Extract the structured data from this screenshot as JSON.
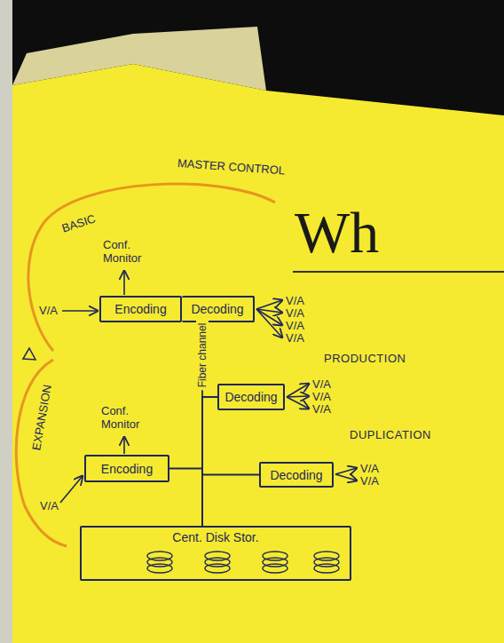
{
  "diagram": {
    "nodes": [
      {
        "text": [
          "Encoding"
        ]
      },
      {
        "text": [
          "Decoding"
        ]
      },
      {
        "text": [
          "PRODUCTION",
          "Decoding"
        ]
      },
      {
        "text": [
          "DUPLICATION",
          "Decoding"
        ]
      },
      {
        "text": [
          "Encoding"
        ]
      },
      {
        "text": [
          "Cent. Disk Stor."
        ]
      }
    ],
    "edges": [
      {
        "from": 1,
        "to": 5,
        "arrow": "none",
        "label": "Fiber channel"
      },
      {
        "from": 2,
        "to": 5,
        "arrow": "none"
      },
      {
        "from": 3,
        "to": 5,
        "arrow": "none"
      },
      {
        "from": 4,
        "to": 5,
        "arrow": "none"
      }
    ],
    "labels": [
      "Wh",
      "MASTER CONTROL",
      "BASIC",
      "Conf. Monitor",
      "V/A",
      "V/A",
      "V/A",
      "V/A",
      "V/A",
      "V/A",
      "V/A",
      "V/A",
      "V/A",
      "V/A",
      "Conf. Monitor",
      "V/A",
      "EXPANSION"
    ]
  }
}
